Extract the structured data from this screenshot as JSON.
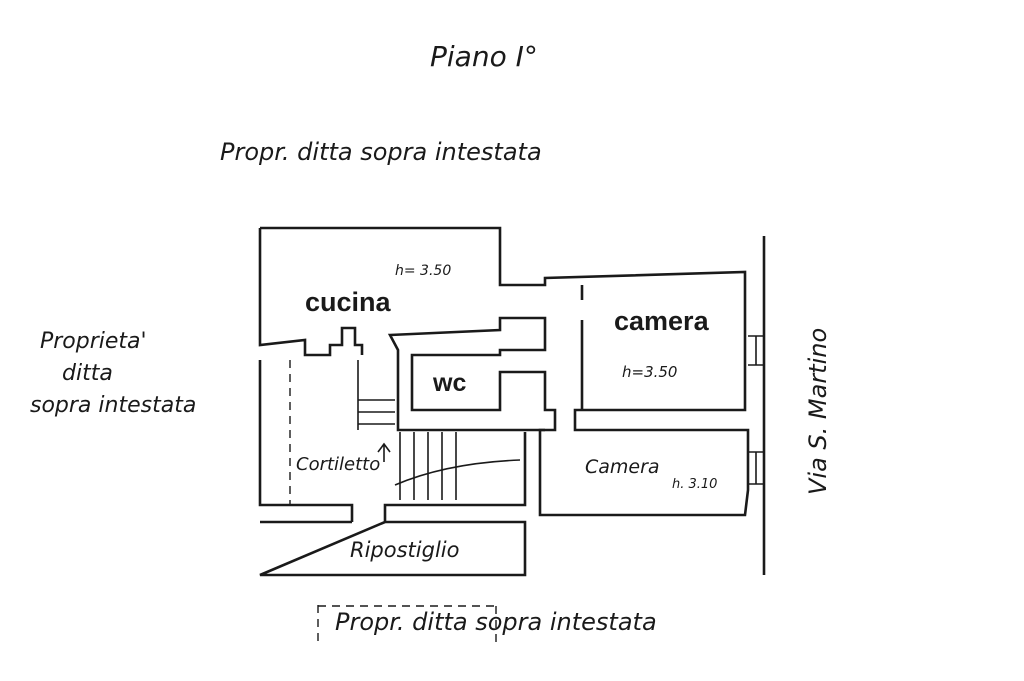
{
  "plan": {
    "floor_title": "Piano I°",
    "neighbor_top": "Propr. ditta sopra intestata",
    "neighbor_left": [
      "Proprieta'",
      "ditta",
      "sopra intestata"
    ],
    "neighbor_bottom": "Propr. ditta sopra intestata",
    "street": "Via S. Martino",
    "rooms": {
      "cucina": "cucina",
      "cucina_height": "h= 3.50",
      "wc": "wc",
      "camera_large": "camera",
      "camera_large_height": "h=3.50",
      "camera_small": "Camera",
      "camera_small_height": "h. 3.10",
      "cortiletto": "Cortiletto",
      "ripostiglio": "Ripostiglio"
    }
  }
}
